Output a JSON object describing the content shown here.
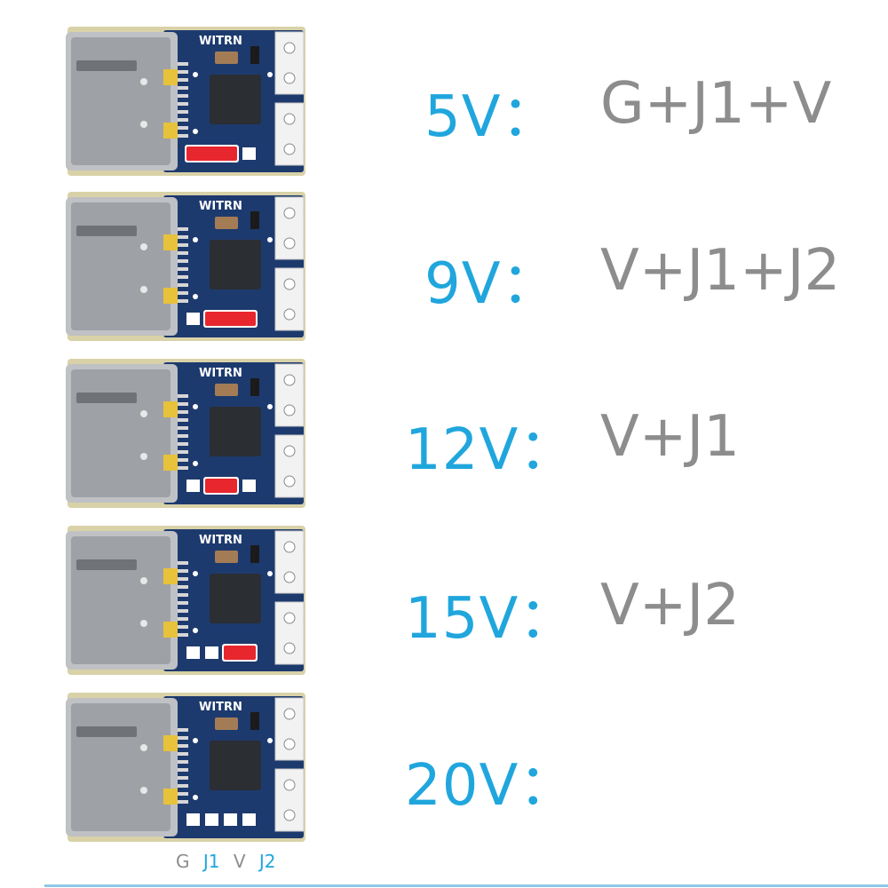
{
  "brand_text": "WITRN",
  "colors": {
    "voltage_text": "#20a6dd",
    "combo_text": "#8d8d8d",
    "pcb": "#1d3a6e",
    "bridge": "#e8262e"
  },
  "rows": [
    {
      "voltage": "5V：",
      "combo": "G+J1+V",
      "bridged_pads": [
        "G",
        "J1",
        "V"
      ]
    },
    {
      "voltage": "9V：",
      "combo": "V+J1+J2",
      "bridged_pads": [
        "J1",
        "V",
        "J2"
      ]
    },
    {
      "voltage": "12V：",
      "combo": "V+J1",
      "bridged_pads": [
        "J1",
        "V"
      ]
    },
    {
      "voltage": "15V：",
      "combo": "V+J2",
      "bridged_pads": [
        "V",
        "J2"
      ]
    },
    {
      "voltage": "20V：",
      "combo": "",
      "bridged_pads": []
    }
  ],
  "pad_labels": [
    "G",
    "J1",
    "V",
    "J2"
  ]
}
